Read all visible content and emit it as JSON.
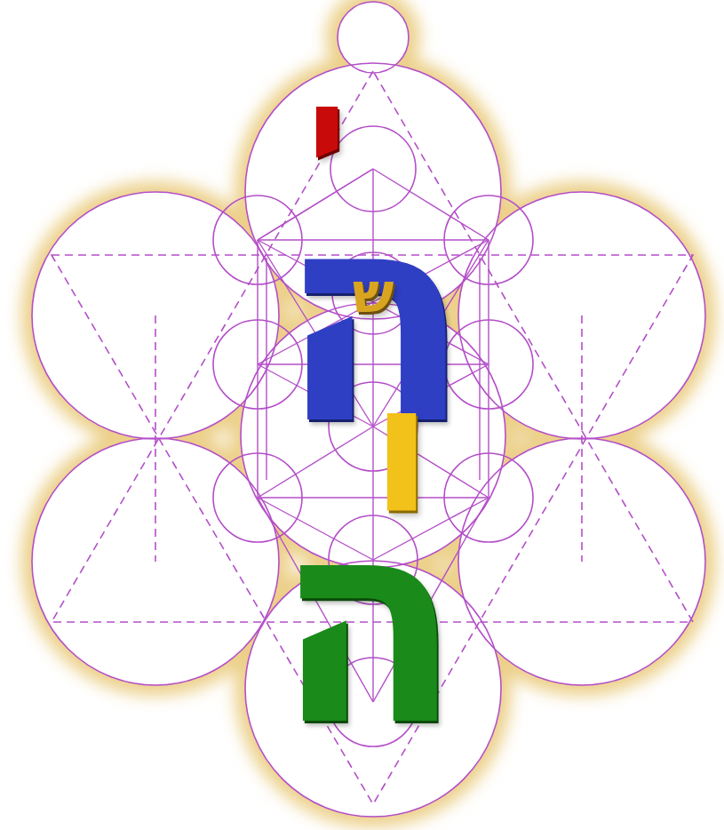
{
  "diagram": {
    "labels": [
      "י",
      "ה",
      "ש",
      "ו",
      "ה"
    ]
  }
}
